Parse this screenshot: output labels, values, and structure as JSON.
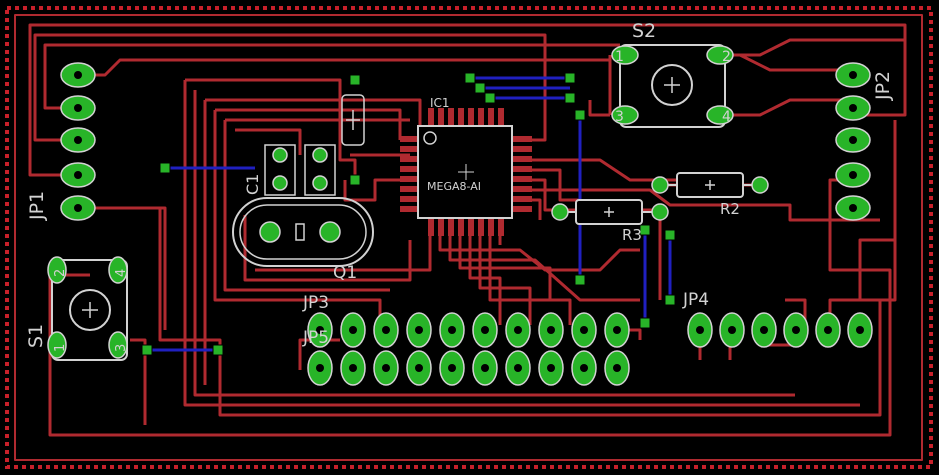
{
  "board": {
    "colors": {
      "background": "#000000",
      "outline": "#c8202a",
      "trace_top": "#b02a30",
      "trace_bottom": "#2020c0",
      "pad": "#28b428",
      "silk": "#d2d2d2"
    }
  },
  "labels": {
    "s1": "S1",
    "s2": "S2",
    "jp1": "JP1",
    "jp2": "JP2",
    "jp3": "JP3",
    "jp4": "JP4",
    "jp5": "JP5",
    "ic1": "IC1",
    "ic1_value": "MEGA8-AI",
    "c1": "C1",
    "q1": "Q1",
    "r2": "R2",
    "r3": "R3",
    "s1_pins": [
      "1",
      "2",
      "3",
      "4"
    ],
    "s2_pins": [
      "1",
      "2",
      "3",
      "4"
    ]
  }
}
